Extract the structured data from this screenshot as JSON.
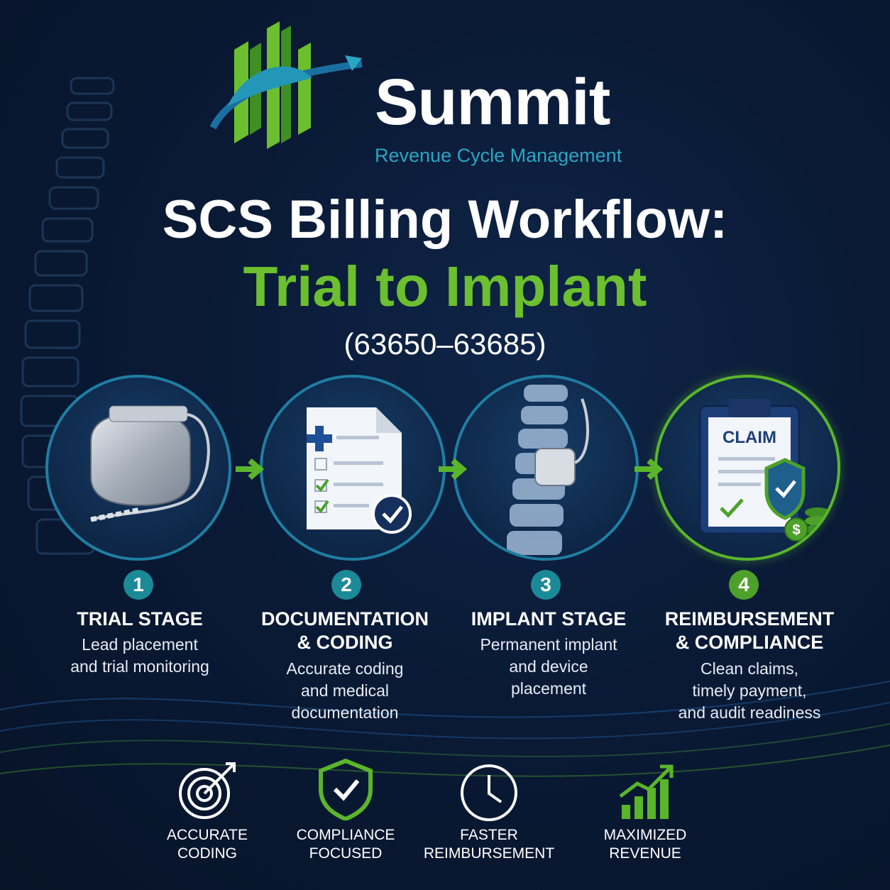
{
  "brand": {
    "name": "Summit",
    "tagline": "Revenue Cycle Management"
  },
  "headline": {
    "line1": "SCS Billing Workflow:",
    "line2": "Trial to Implant",
    "codes": "(63650–63685)"
  },
  "steps": [
    {
      "number": "1",
      "title_line1": "TRIAL STAGE",
      "title_line2": "",
      "desc": [
        "Lead placement",
        "and trial monitoring",
        ""
      ],
      "icon": "stimulator-device-icon"
    },
    {
      "number": "2",
      "title_line1": "DOCUMENTATION",
      "title_line2": "& CODING",
      "desc": [
        "Accurate coding",
        "and medical",
        "documentation"
      ],
      "icon": "document-checklist-icon"
    },
    {
      "number": "3",
      "title_line1": "IMPLANT STAGE",
      "title_line2": "",
      "desc": [
        "Permanent implant",
        "and device",
        "placement"
      ],
      "icon": "spine-implant-icon"
    },
    {
      "number": "4",
      "title_line1": "REIMBURSEMENT",
      "title_line2": "& COMPLIANCE",
      "desc": [
        "Clean claims,",
        "timely payment,",
        "and audit readiness"
      ],
      "icon": "claim-clipboard-icon",
      "claim_label": "CLAIM"
    }
  ],
  "features": [
    {
      "line1": "ACCURATE",
      "line2": "CODING",
      "icon": "target-icon"
    },
    {
      "line1": "COMPLIANCE",
      "line2": "FOCUSED",
      "icon": "shield-check-icon"
    },
    {
      "line1": "FASTER",
      "line2": "REIMBURSEMENT",
      "icon": "clock-icon"
    },
    {
      "line1": "MAXIMIZED",
      "line2": "REVENUE",
      "icon": "growth-chart-icon"
    }
  ],
  "colors": {
    "background": "#0a1a36",
    "brand_green": "#6cbf2e",
    "brand_teal": "#2aa6c2",
    "step_blue": "#1b8a98",
    "step_green": "#4da12a"
  }
}
